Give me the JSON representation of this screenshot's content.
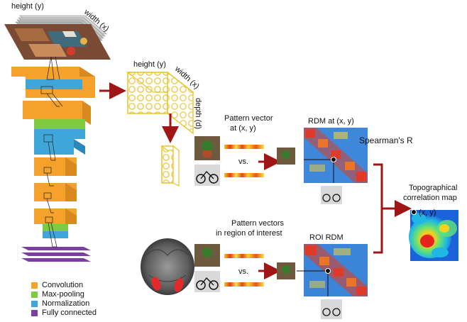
{
  "labels": {
    "input_height": "height (y)",
    "input_width": "width (x)",
    "fm_height": "height (y)",
    "fm_width": "width (x)",
    "fm_depth": "depth (d)",
    "pattern_vector_line1": "Pattern vector",
    "pattern_vector_line2": "at (x, y)",
    "vs_top": "vs.",
    "rdm_xy": "RDM at (x, y)",
    "spearman": "Spearman's R",
    "topo_line1": "Topographical",
    "topo_line2": "correlation map",
    "topo_point": "(x, y)",
    "pv_roi_line1": "Pattern vectors",
    "pv_roi_line2": "in region of interest",
    "vs_bottom": "vs.",
    "roi_rdm": "ROI RDM"
  },
  "legend": [
    {
      "label": "Convolution",
      "color": "#f4a22b"
    },
    {
      "label": "Max-pooling",
      "color": "#7fcb3f"
    },
    {
      "label": "Normalization",
      "color": "#3ea6d8"
    },
    {
      "label": "Fully connected",
      "color": "#7b3fa0"
    }
  ],
  "colors": {
    "arrow": "#a01515",
    "convolution": "#f4a22b",
    "maxpool": "#7fcb3f",
    "normalization": "#3ea6d8",
    "fully_connected": "#7b3fa0",
    "featuremap_stroke": "#e8c32a"
  }
}
